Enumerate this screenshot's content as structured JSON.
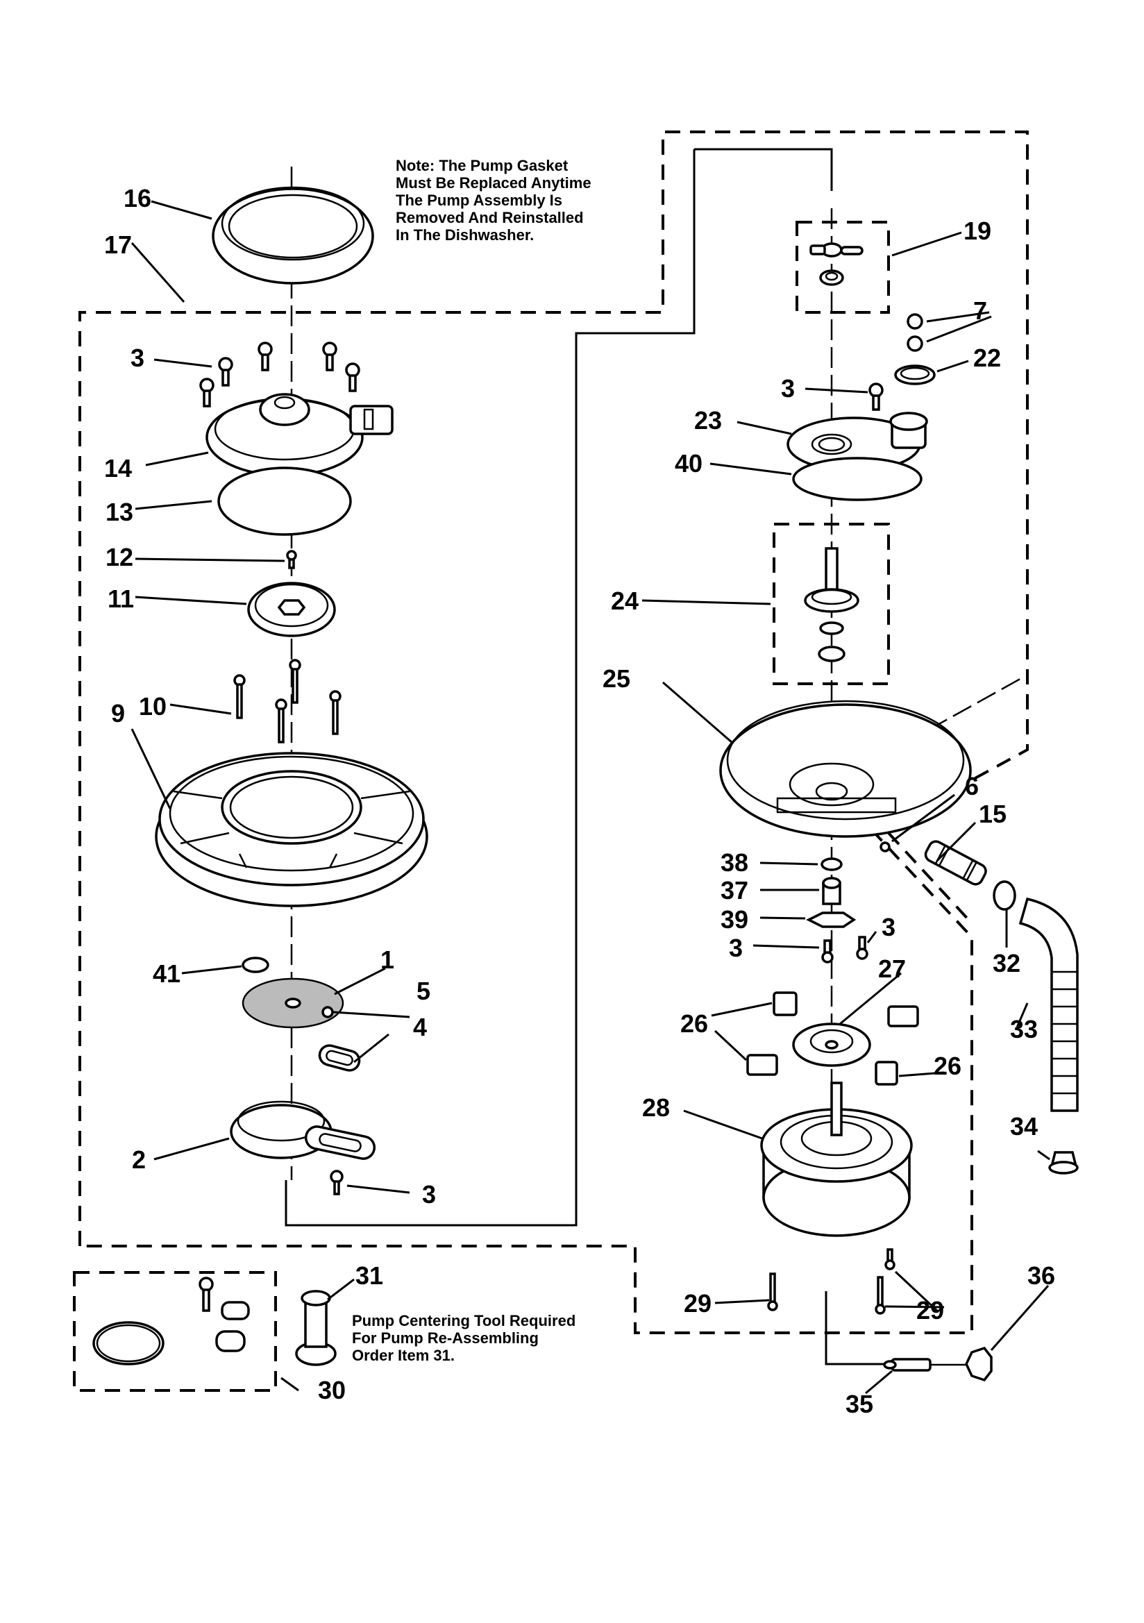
{
  "diagram": {
    "title": "Pump and Motor Parts Exploded View",
    "notes": {
      "gasket_note": [
        "Note: The Pump Gasket",
        "Must Be Replaced Anytime",
        "The Pump Assembly Is",
        "Removed And Reinstalled",
        "In The Dishwasher."
      ],
      "tool_note": [
        "Pump Centering Tool Required",
        "For Pump Re-Assembling",
        "Order Item 31."
      ]
    },
    "callouts": [
      {
        "id": "c16",
        "label": "16"
      },
      {
        "id": "c17",
        "label": "17"
      },
      {
        "id": "c3a",
        "label": "3"
      },
      {
        "id": "c14",
        "label": "14"
      },
      {
        "id": "c13",
        "label": "13"
      },
      {
        "id": "c12",
        "label": "12"
      },
      {
        "id": "c11",
        "label": "11"
      },
      {
        "id": "c10",
        "label": "10"
      },
      {
        "id": "c9",
        "label": "9"
      },
      {
        "id": "c41",
        "label": "41"
      },
      {
        "id": "c1",
        "label": "1"
      },
      {
        "id": "c5",
        "label": "5"
      },
      {
        "id": "c4",
        "label": "4"
      },
      {
        "id": "c2",
        "label": "2"
      },
      {
        "id": "c3b",
        "label": "3"
      },
      {
        "id": "c31",
        "label": "31"
      },
      {
        "id": "c30",
        "label": "30"
      },
      {
        "id": "c19",
        "label": "19"
      },
      {
        "id": "c7",
        "label": "7"
      },
      {
        "id": "c22",
        "label": "22"
      },
      {
        "id": "c3c",
        "label": "3"
      },
      {
        "id": "c23",
        "label": "23"
      },
      {
        "id": "c40",
        "label": "40"
      },
      {
        "id": "c24",
        "label": "24"
      },
      {
        "id": "c25",
        "label": "25"
      },
      {
        "id": "c6",
        "label": "6"
      },
      {
        "id": "c15",
        "label": "15"
      },
      {
        "id": "c38",
        "label": "38"
      },
      {
        "id": "c37",
        "label": "37"
      },
      {
        "id": "c39",
        "label": "39"
      },
      {
        "id": "c3d",
        "label": "3"
      },
      {
        "id": "c3e",
        "label": "3"
      },
      {
        "id": "c32",
        "label": "32"
      },
      {
        "id": "c27",
        "label": "27"
      },
      {
        "id": "c33",
        "label": "33"
      },
      {
        "id": "c26a",
        "label": "26"
      },
      {
        "id": "c26b",
        "label": "26"
      },
      {
        "id": "c28",
        "label": "28"
      },
      {
        "id": "c34",
        "label": "34"
      },
      {
        "id": "c29a",
        "label": "29"
      },
      {
        "id": "c29b",
        "label": "29"
      },
      {
        "id": "c36",
        "label": "36"
      },
      {
        "id": "c35",
        "label": "35"
      }
    ]
  }
}
